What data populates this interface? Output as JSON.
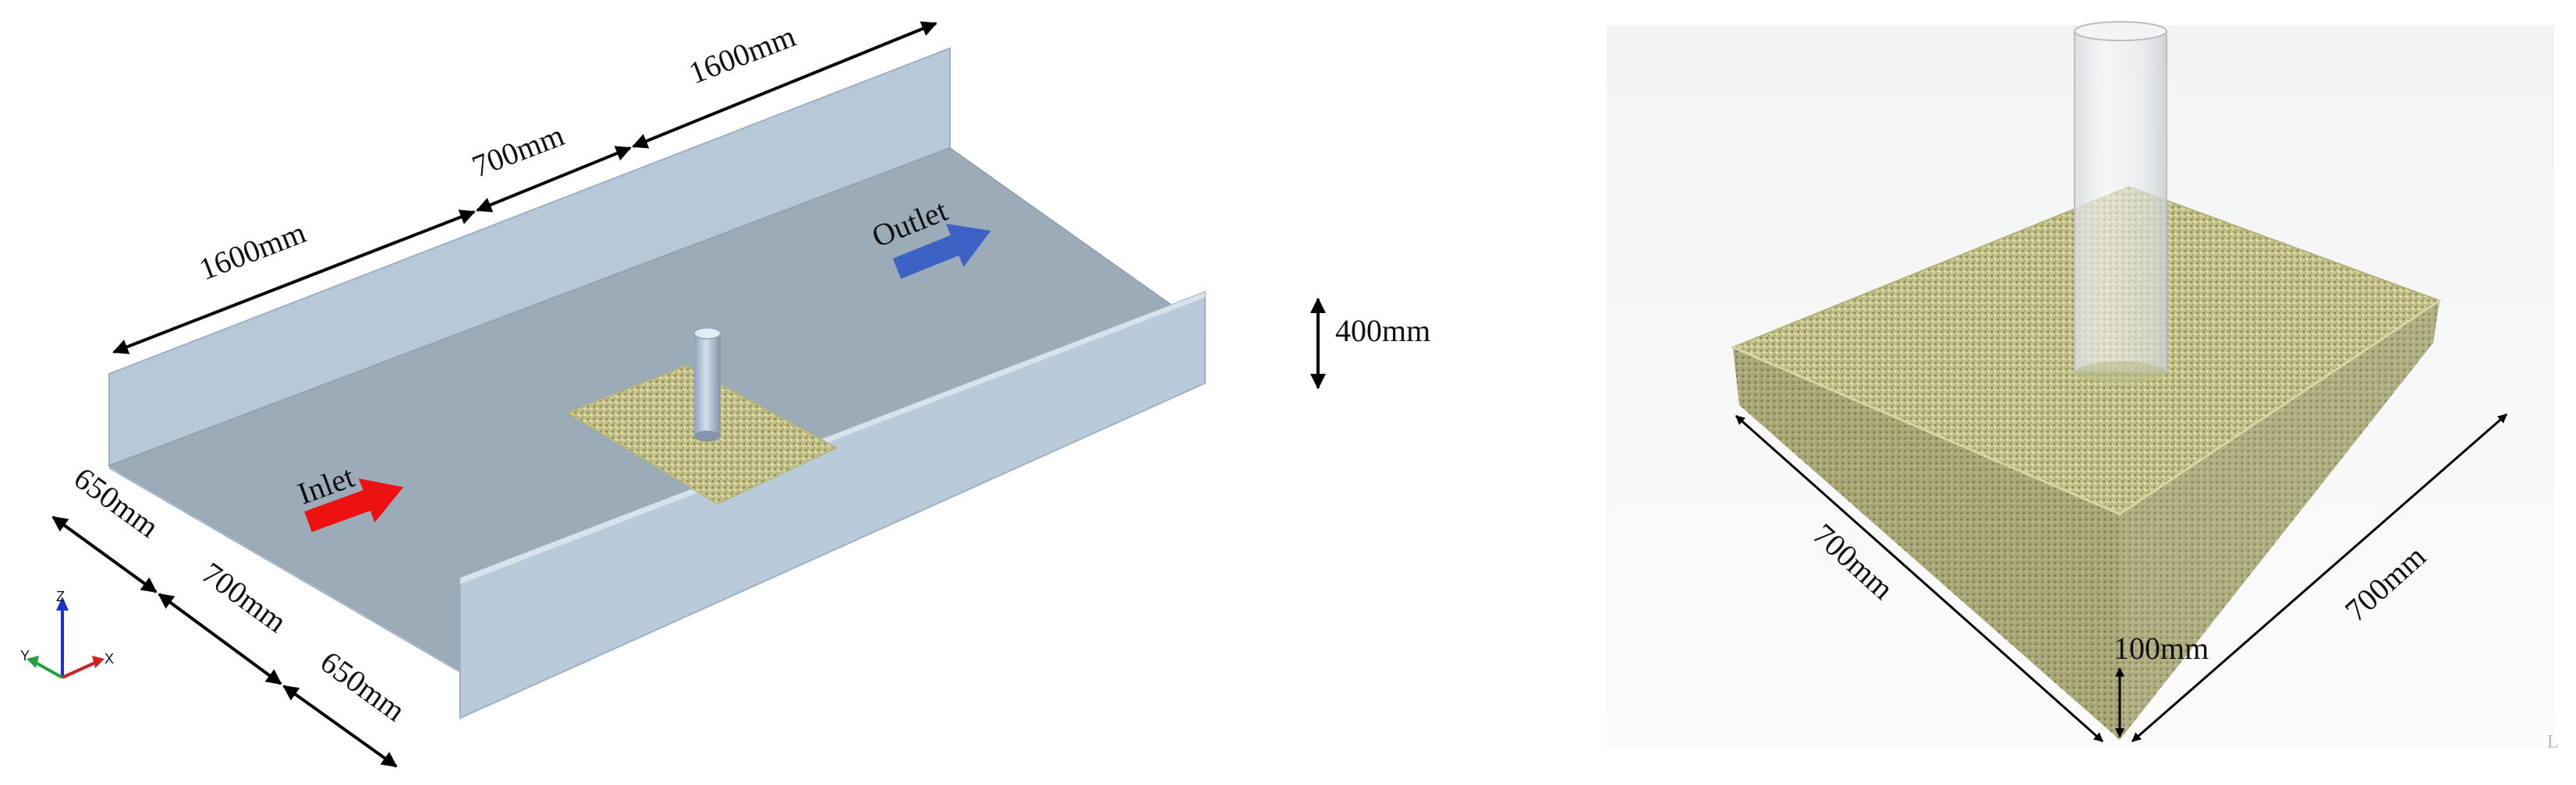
{
  "left_panel": {
    "dim_top_a": "1600mm",
    "dim_top_b": "700mm",
    "dim_top_c": "1600mm",
    "dim_height": "400mm",
    "dim_side_a": "650mm",
    "dim_side_b": "700mm",
    "dim_side_c": "650mm",
    "inlet": "Inlet",
    "outlet": "Outlet",
    "axis_x": "X",
    "axis_y": "Y",
    "axis_z": "Z"
  },
  "right_panel": {
    "dim_left": "700mm",
    "dim_right": "700mm",
    "dim_depth": "100mm",
    "corner_mark": "L"
  },
  "colors": {
    "channel_floor": "#9aaab7",
    "channel_wall": "#b9cbdb",
    "sediment": "#c4c288",
    "inlet_arrow": "#ee1111",
    "outlet_arrow": "#3b62c4"
  }
}
